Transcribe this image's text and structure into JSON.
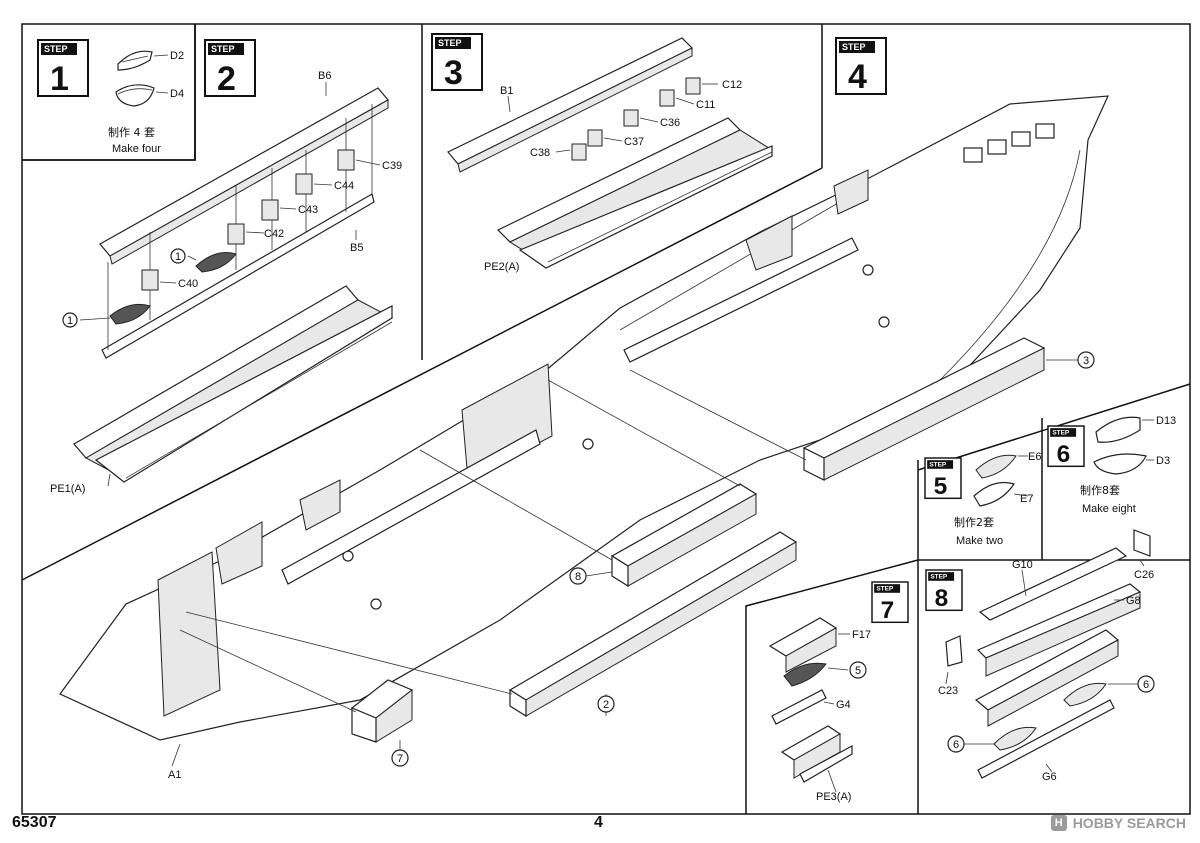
{
  "step_word": "STEP",
  "steps": {
    "s1": {
      "number": "1",
      "note_cn": "制作 4 套",
      "note_en": "Make four"
    },
    "s2": {
      "number": "2"
    },
    "s3": {
      "number": "3"
    },
    "s4": {
      "number": "4"
    },
    "s5": {
      "number": "5",
      "note_cn": "制作2套",
      "note_en": "Make two"
    },
    "s6": {
      "number": "6",
      "note_cn": "制作8套",
      "note_en": "Make eight"
    },
    "s7": {
      "number": "7"
    },
    "s8": {
      "number": "8"
    }
  },
  "parts": {
    "d2": "D2",
    "d4": "D4",
    "b6": "B6",
    "c39": "C39",
    "c44": "C44",
    "c43": "C43",
    "c42": "C42",
    "c40": "C40",
    "b5": "B5",
    "pe1": "PE1(A)",
    "b1": "B1",
    "c12": "C12",
    "c11": "C11",
    "c36": "C36",
    "c37": "C37",
    "c38": "C38",
    "pe2": "PE2(A)",
    "a1": "A1",
    "e6": "E6",
    "e7": "E7",
    "d13": "D13",
    "d3": "D3",
    "f17": "F17",
    "g4": "G4",
    "pe3": "PE3(A)",
    "g10": "G10",
    "g8": "G8",
    "c26": "C26",
    "c23": "C23",
    "g6": "G6"
  },
  "callouts": {
    "c1a": "1",
    "c1b": "1",
    "c2": "2",
    "c3": "3",
    "c5": "5",
    "c6a": "6",
    "c6b": "6",
    "c7": "7",
    "c8": "8"
  },
  "footer": {
    "catalog": "65307",
    "page": "4",
    "watermark": "HOBBY SEARCH",
    "watermark_logo": "H"
  }
}
